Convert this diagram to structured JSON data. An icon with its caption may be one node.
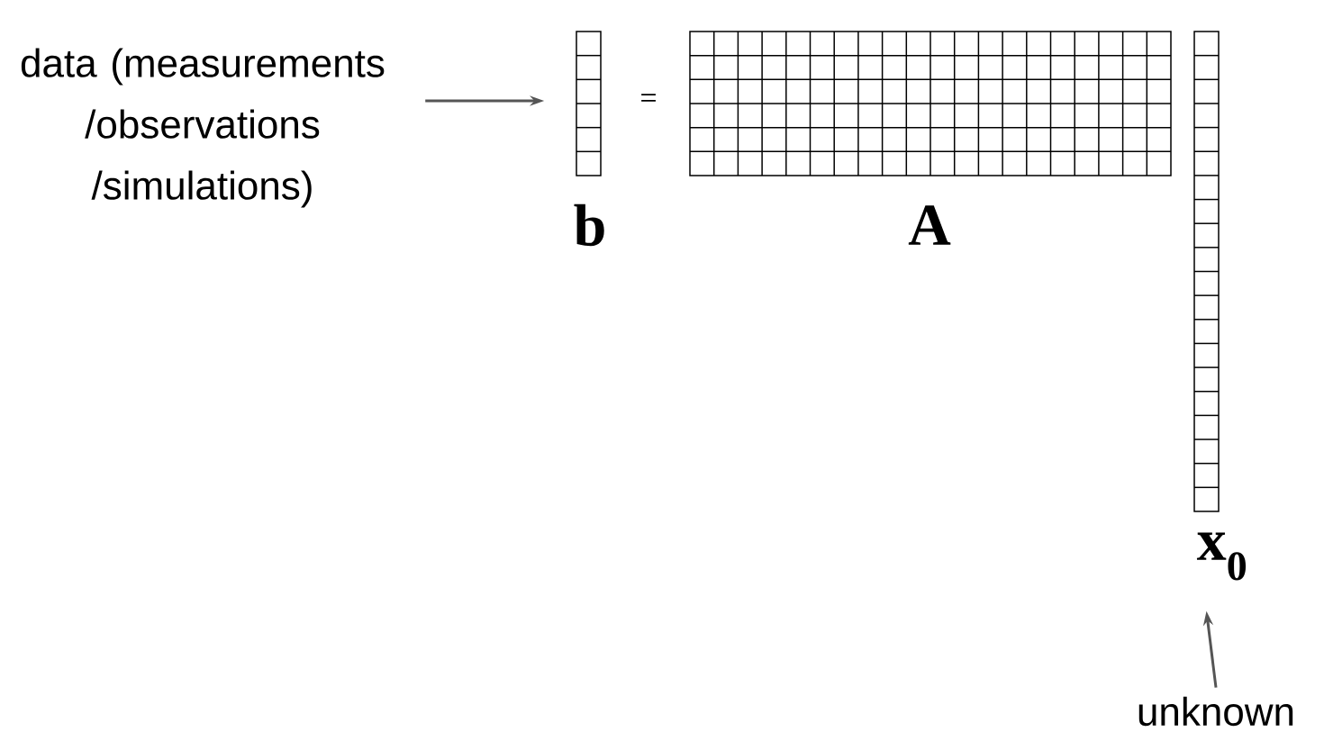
{
  "diagram": {
    "nodes": [
      {
        "text": [
          "data (measurements /observations /simulations)"
        ]
      },
      {
        "text": [],
        "shape": "box",
        "beside": [
          "b"
        ]
      },
      {
        "text": [],
        "shape": "box",
        "beside": [
          "A"
        ]
      },
      {
        "text": [],
        "shape": "box",
        "beside": [
          "x$_{0}$"
        ]
      },
      {
        "text": [
          "unknown"
        ]
      }
    ],
    "edges": [
      {
        "from": 0,
        "to": 1,
        "arrow": "to"
      },
      {
        "from": 4,
        "to": 3,
        "arrow": "to"
      }
    ],
    "labels": [
      "="
    ]
  }
}
